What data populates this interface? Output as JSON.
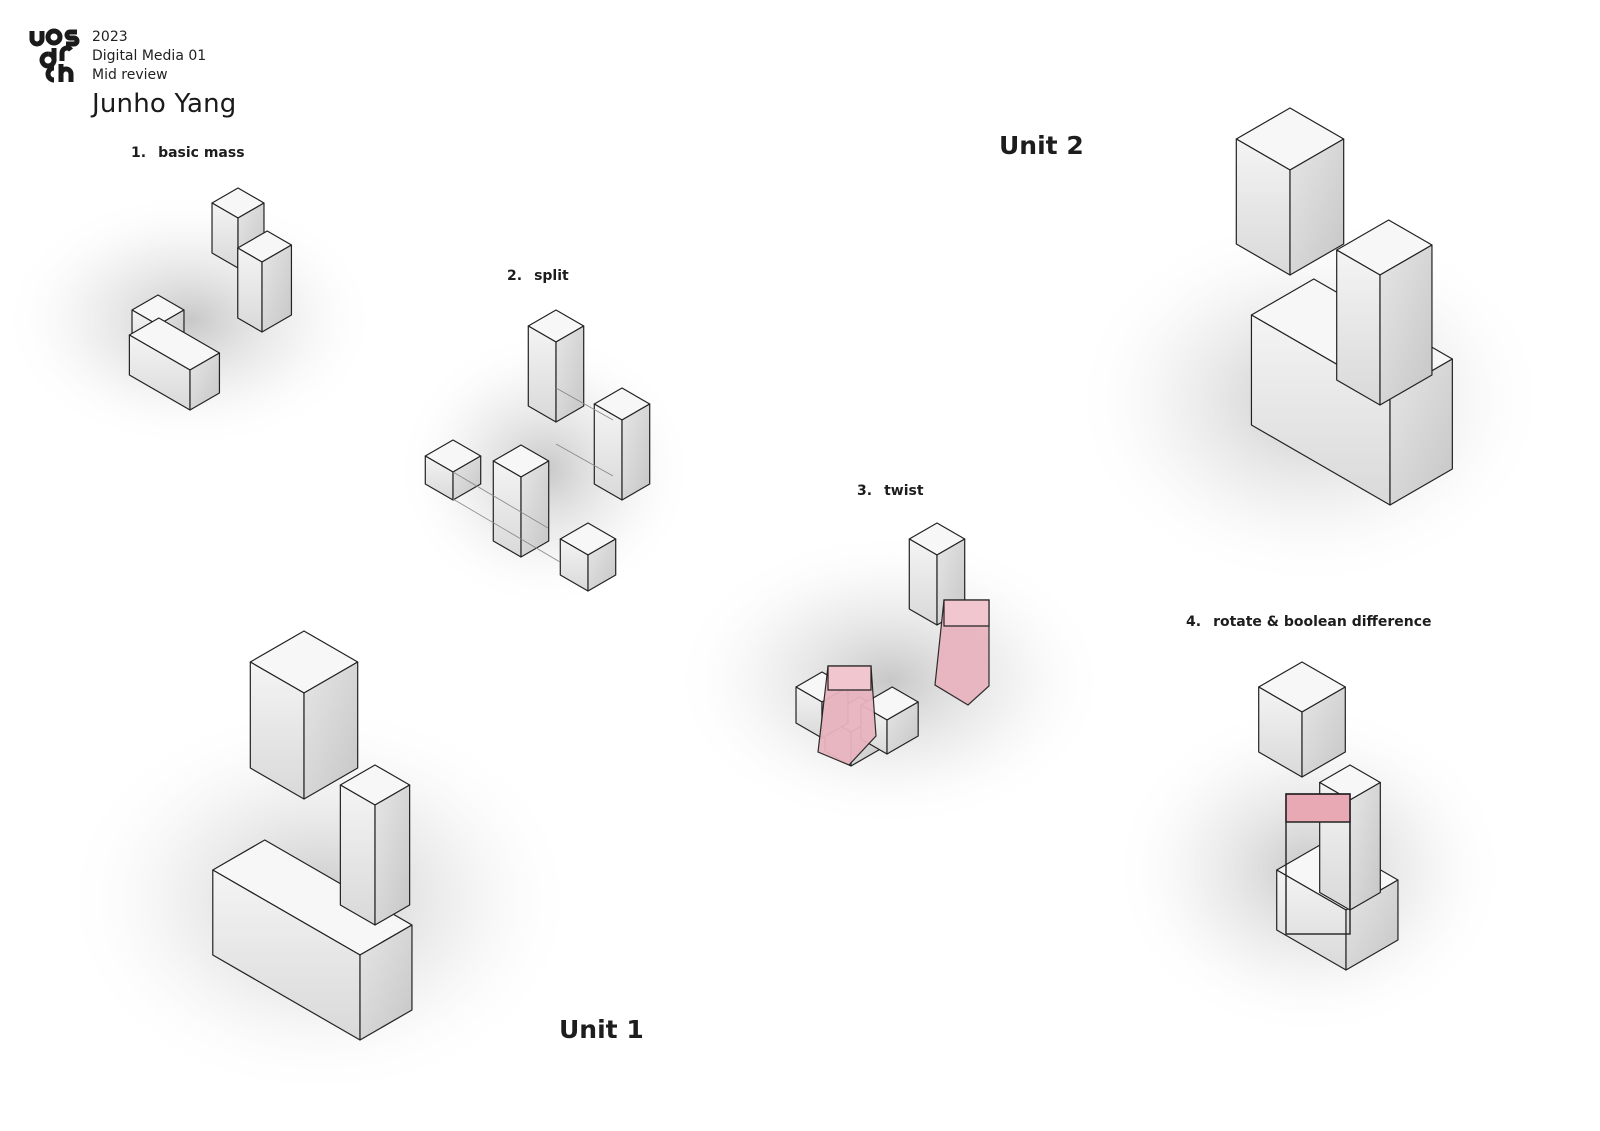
{
  "header": {
    "logo_name": "uos arch",
    "year": "2023",
    "course": "Digital Media 01",
    "review": "Mid review",
    "author": "Junho Yang"
  },
  "steps": [
    {
      "number": "1.",
      "label": "basic mass"
    },
    {
      "number": "2.",
      "label": "split"
    },
    {
      "number": "3.",
      "label": "twist"
    },
    {
      "number": "4.",
      "label": "rotate & boolean difference"
    }
  ],
  "units": {
    "unit1": "Unit 1",
    "unit2": "Unit 2"
  },
  "colors": {
    "highlight_pink": "#e8b4bf",
    "outline": "#222222",
    "face_top": "#f7f7f7",
    "face_left": "#e6e6e6",
    "face_right": "#d5d5d5"
  }
}
